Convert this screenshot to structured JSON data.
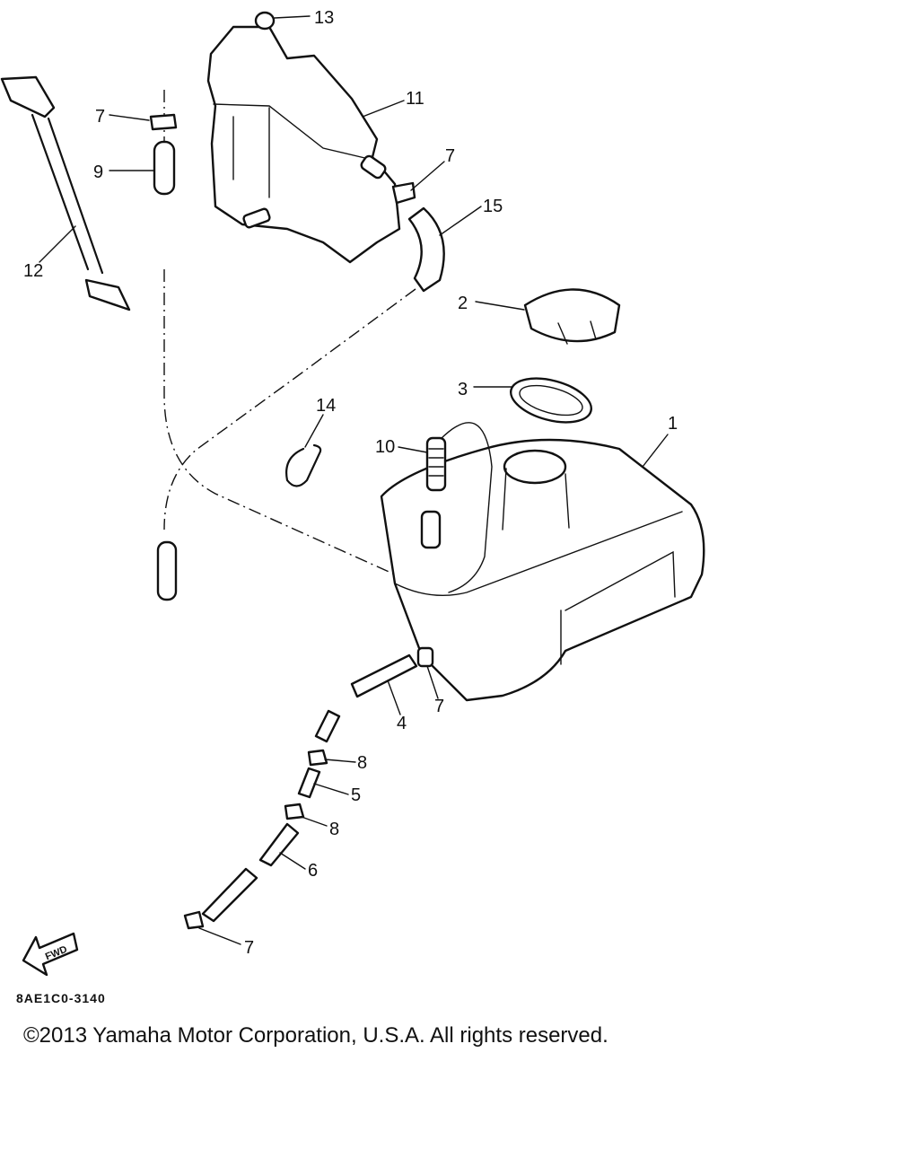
{
  "diagram": {
    "callouts": [
      "1",
      "2",
      "3",
      "4",
      "5",
      "6",
      "7",
      "8",
      "9",
      "10",
      "11",
      "12",
      "13",
      "14",
      "15"
    ],
    "fwd_arrow_text": "FWD",
    "diagram_code": "8AE1C0-3140"
  },
  "footer": {
    "copyright": "©2013 Yamaha Motor Corporation, U.S.A. All rights reserved."
  }
}
